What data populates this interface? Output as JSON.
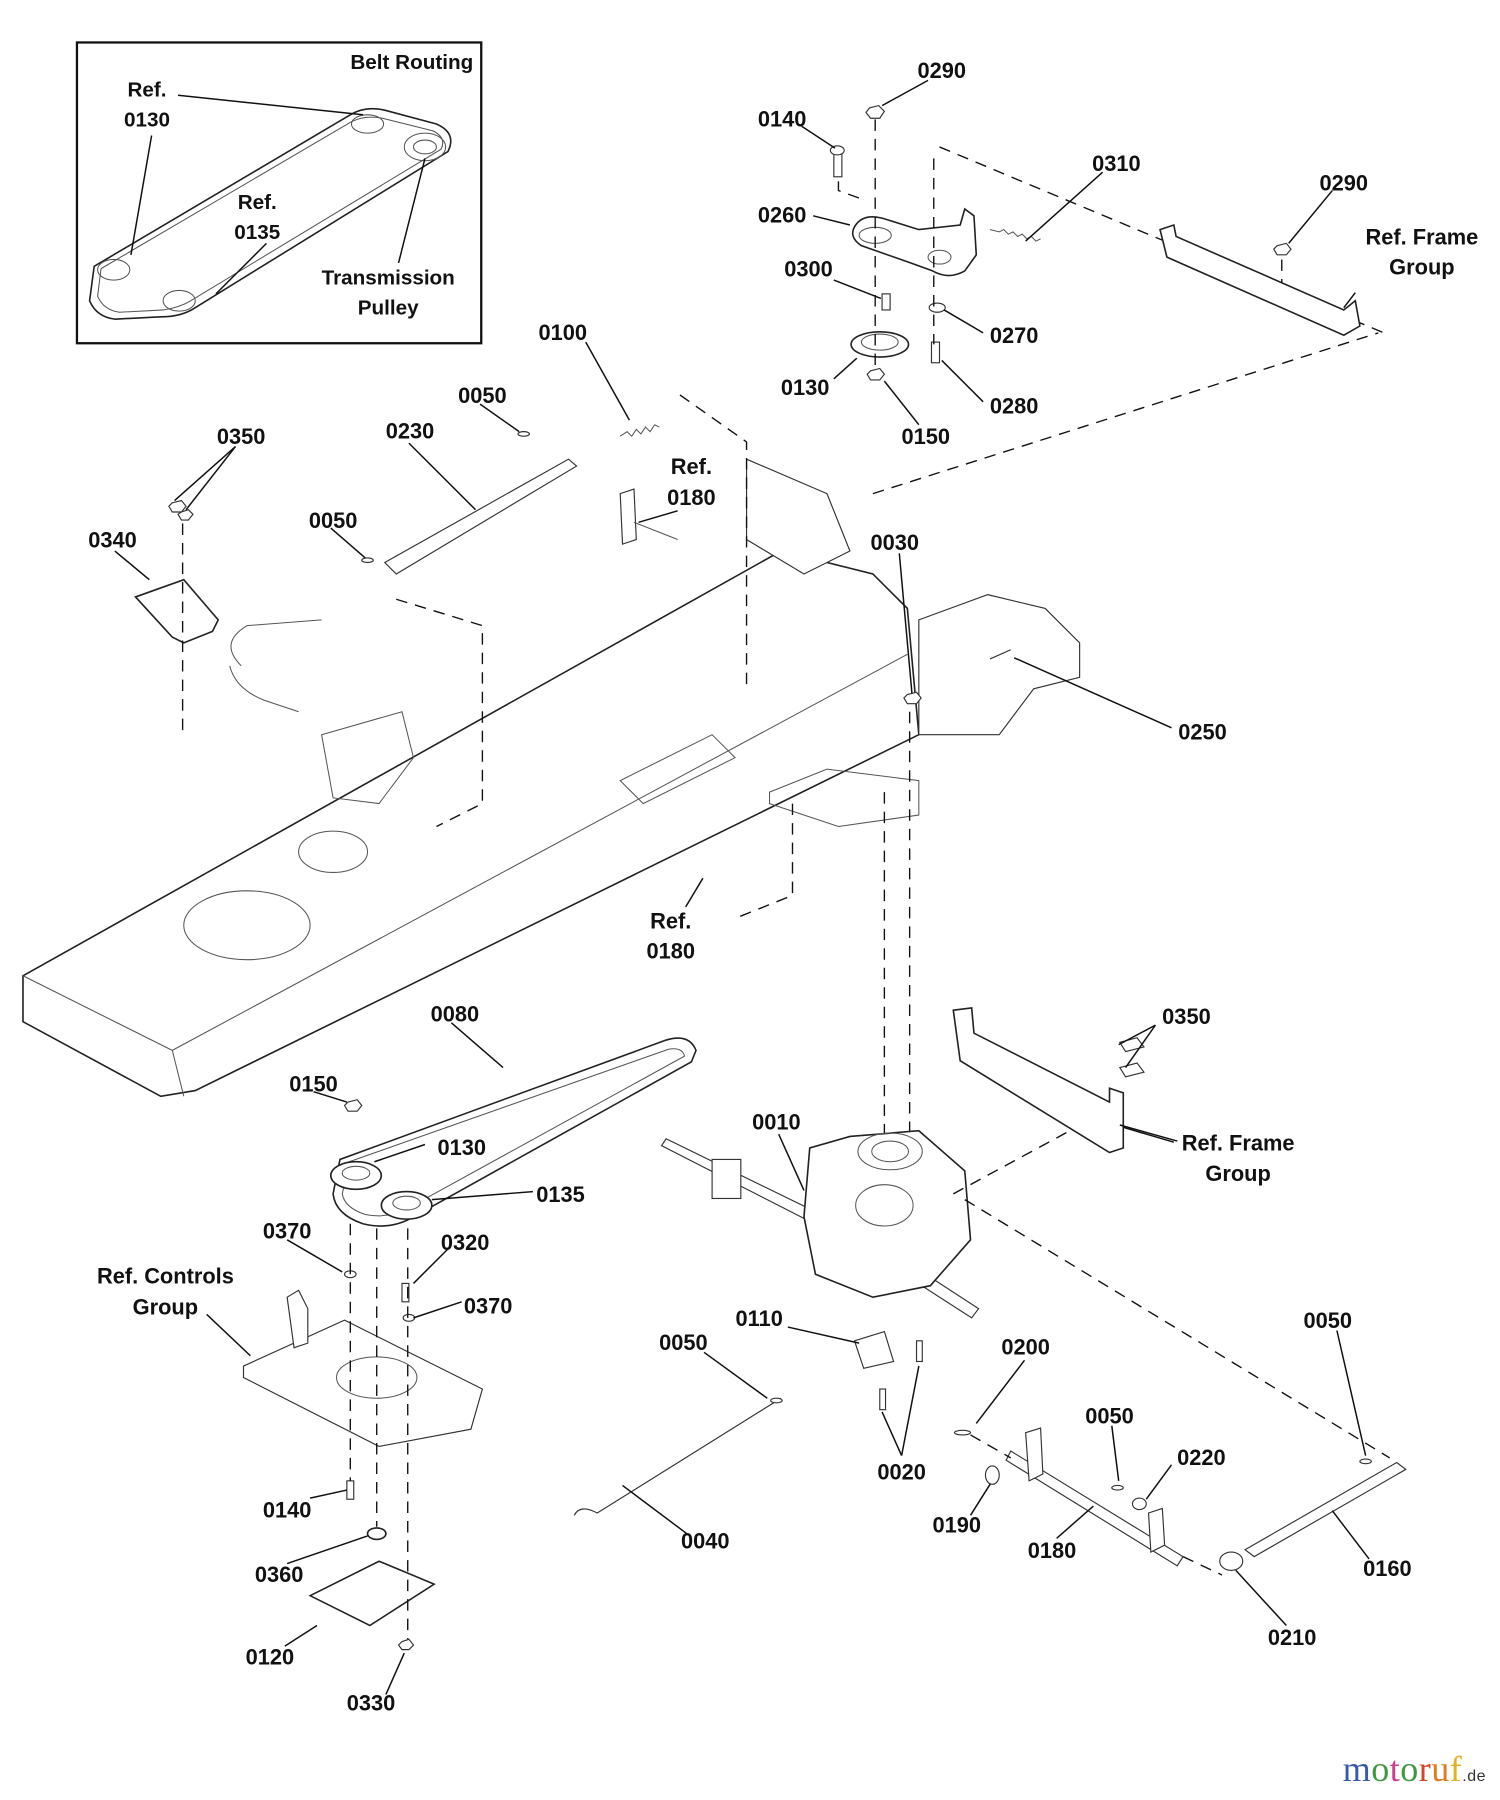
{
  "diagram": {
    "title": "Belt Routing",
    "inset": {
      "title": "Belt Routing",
      "labels": [
        {
          "id": "inset-ref-0130",
          "lines": [
            "Ref.",
            "0130"
          ]
        },
        {
          "id": "inset-ref-0135",
          "lines": [
            "Ref.",
            "0135"
          ]
        },
        {
          "id": "inset-transmission-pulley",
          "lines": [
            "Transmission",
            "Pulley"
          ]
        }
      ]
    },
    "callouts": [
      {
        "id": "c-0290-top",
        "text": "0290"
      },
      {
        "id": "c-0140-top",
        "text": "0140"
      },
      {
        "id": "c-0310",
        "text": "0310"
      },
      {
        "id": "c-0260",
        "text": "0260"
      },
      {
        "id": "c-0290-right",
        "text": "0290"
      },
      {
        "id": "c-0300",
        "text": "0300"
      },
      {
        "id": "c-0270",
        "text": "0270"
      },
      {
        "id": "c-0130-top",
        "text": "0130"
      },
      {
        "id": "c-0280",
        "text": "0280"
      },
      {
        "id": "c-0150-top",
        "text": "0150"
      },
      {
        "id": "c-0100",
        "text": "0100"
      },
      {
        "id": "c-0050-a",
        "text": "0050"
      },
      {
        "id": "c-0230",
        "text": "0230"
      },
      {
        "id": "c-0350-top",
        "text": "0350"
      },
      {
        "id": "c-0340",
        "text": "0340"
      },
      {
        "id": "c-0050-b",
        "text": "0050"
      },
      {
        "id": "c-0030",
        "text": "0030"
      },
      {
        "id": "c-0250",
        "text": "0250"
      },
      {
        "id": "c-0080",
        "text": "0080"
      },
      {
        "id": "c-0150-mid",
        "text": "0150"
      },
      {
        "id": "c-0130-mid",
        "text": "0130"
      },
      {
        "id": "c-0135",
        "text": "0135"
      },
      {
        "id": "c-0350-mid",
        "text": "0350"
      },
      {
        "id": "c-0010",
        "text": "0010"
      },
      {
        "id": "c-0370-a",
        "text": "0370"
      },
      {
        "id": "c-0320",
        "text": "0320"
      },
      {
        "id": "c-0370-b",
        "text": "0370"
      },
      {
        "id": "c-0110",
        "text": "0110"
      },
      {
        "id": "c-0050-c",
        "text": "0050"
      },
      {
        "id": "c-0200",
        "text": "0200"
      },
      {
        "id": "c-0050-d",
        "text": "0050"
      },
      {
        "id": "c-0050-e",
        "text": "0050"
      },
      {
        "id": "c-0220",
        "text": "0220"
      },
      {
        "id": "c-0020",
        "text": "0020"
      },
      {
        "id": "c-0190",
        "text": "0190"
      },
      {
        "id": "c-0140-bot",
        "text": "0140"
      },
      {
        "id": "c-0040",
        "text": "0040"
      },
      {
        "id": "c-0180",
        "text": "0180"
      },
      {
        "id": "c-0160",
        "text": "0160"
      },
      {
        "id": "c-0360",
        "text": "0360"
      },
      {
        "id": "c-0210",
        "text": "0210"
      },
      {
        "id": "c-0120",
        "text": "0120"
      },
      {
        "id": "c-0330",
        "text": "0330"
      }
    ],
    "refs": [
      {
        "id": "ref-frame-group-top",
        "lines": [
          "Ref. Frame",
          "Group"
        ]
      },
      {
        "id": "ref-0180-top",
        "lines": [
          "Ref.",
          "0180"
        ]
      },
      {
        "id": "ref-0180-mid",
        "lines": [
          "Ref.",
          "0180"
        ]
      },
      {
        "id": "ref-frame-group-mid",
        "lines": [
          "Ref. Frame",
          "Group"
        ]
      },
      {
        "id": "ref-controls-group",
        "lines": [
          "Ref. Controls",
          "Group"
        ]
      }
    ]
  },
  "watermark": {
    "letters": [
      {
        "ch": "m",
        "color": "#3a5aa8"
      },
      {
        "ch": "o",
        "color": "#3f9a3f"
      },
      {
        "ch": "t",
        "color": "#d13b8a"
      },
      {
        "ch": "o",
        "color": "#3f9a3f"
      },
      {
        "ch": "r",
        "color": "#d6432a"
      },
      {
        "ch": "u",
        "color": "#e07b1e"
      },
      {
        "ch": "f",
        "color": "#e0b21e"
      }
    ],
    "suffix": ".de"
  }
}
